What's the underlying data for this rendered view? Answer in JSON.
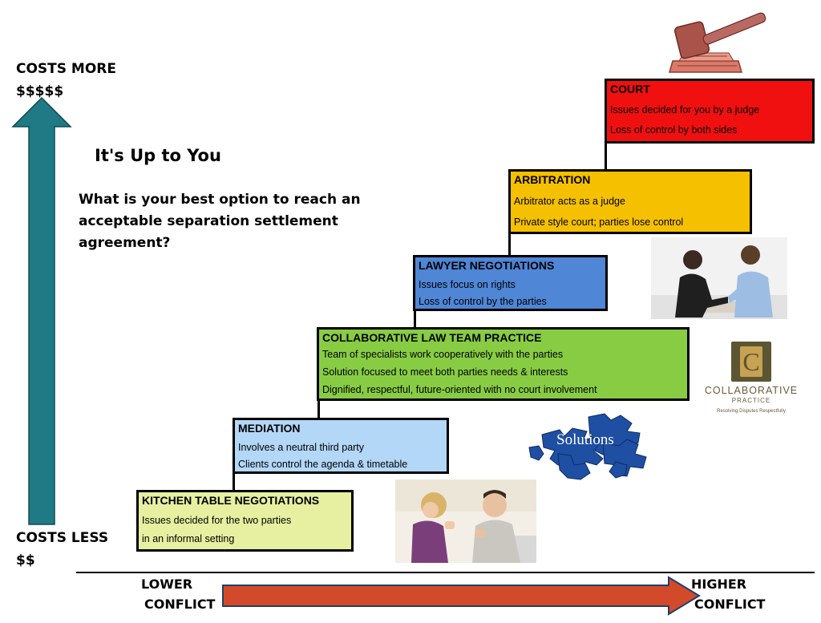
{
  "left_axis": {
    "top_label": "COSTS MORE",
    "top_symbol": "$$$$$",
    "bottom_label": "COSTS LESS",
    "bottom_symbol": "$$",
    "arrow_color": "#1f7a85"
  },
  "heading": {
    "title": "It's Up to You",
    "question": "What is your best option to reach an acceptable separation settlement agreement?"
  },
  "bottom_axis": {
    "low_line1": "LOWER",
    "low_line2": "CONFLICT",
    "high_line1": "HIGHER",
    "high_line2": "CONFLICT",
    "arrow_color": "#d24a2a"
  },
  "steps": [
    {
      "title": "KITCHEN TABLE NEGOTIATIONS",
      "lines": [
        "Issues decided for the two parties",
        "in an informal setting"
      ],
      "color": "#e6f0a0"
    },
    {
      "title": "MEDIATION",
      "lines": [
        "Involves a neutral third party",
        "Clients control the agenda & timetable"
      ],
      "color": "#b3d7f7"
    },
    {
      "title": "COLLABORATIVE LAW TEAM PRACTICE",
      "lines": [
        "Team of specialists work cooperatively with the parties",
        "Solution focused to meet both parties needs & interests",
        "Dignified, respectful, future-oriented with no court involvement"
      ],
      "color": "#88cc44"
    },
    {
      "title": "LAWYER NEGOTIATIONS",
      "lines": [
        "Issues focus on rights",
        "Loss of control by the parties"
      ],
      "color": "#4f86d6"
    },
    {
      "title": "ARBITRATION",
      "lines": [
        "Arbitrator acts as a judge",
        "Private style court; parties lose control"
      ],
      "color": "#f5c000"
    },
    {
      "title": "COURT",
      "lines": [
        "Issues decided for you by a judge",
        "Loss of control by both sides"
      ],
      "color": "#f01010"
    }
  ],
  "logos": {
    "collab_line1": "COLLABORATIVE",
    "collab_line2": "PRACTICE",
    "collab_tagline": "Resolving Disputes Respectfully",
    "collab_mark": "C",
    "puzzle_word": "Solutions"
  }
}
